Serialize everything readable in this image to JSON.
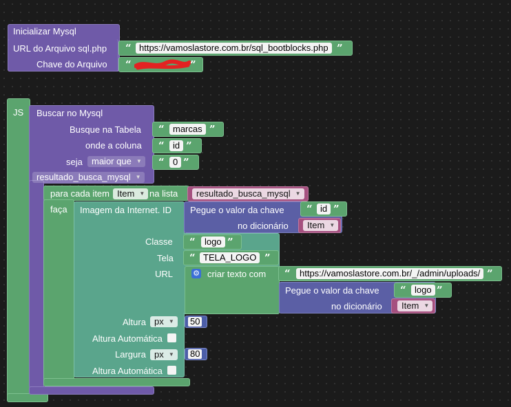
{
  "init_block": {
    "title": "Inicializar Mysql",
    "url_label": "URL do Arquivo sql.php",
    "url_value": "https://vamoslastore.com.br/sql_bootblocks.php",
    "key_label": "Chave do Arquivo"
  },
  "js_block": {
    "label": "JS"
  },
  "search_block": {
    "title": "Buscar no Mysql",
    "table_label": "Busque na Tabela",
    "table_value": "marcas",
    "column_label": "onde a coluna",
    "column_value": "id",
    "op_label": "seja",
    "op_value": "maior que",
    "compare_value": "0",
    "result_var": "resultado_busca_mysql"
  },
  "foreach_block": {
    "label_prefix": "para cada item",
    "item_var": "Item",
    "label_in": "na lista",
    "list_var": "resultado_busca_mysql",
    "do_label": "faça"
  },
  "image_block": {
    "title": "Imagem da Internet. ID",
    "id_get_label": "Pegue o valor da chave",
    "id_key": "id",
    "id_dict_label": "no dicionário",
    "id_dict_var": "Item",
    "class_label": "Classe",
    "class_value": "logo",
    "screen_label": "Tela",
    "screen_value": "TELA_LOGO",
    "url_label": "URL",
    "create_text_label": "criar texto com",
    "url_value": "https://vamoslastore.com.br/_/admin/uploads/",
    "url_get_label": "Pegue o valor da chave",
    "url_key": "logo",
    "url_dict_label": "no dicionário",
    "url_dict_var": "Item",
    "height_label": "Altura",
    "height_unit": "px",
    "height_value": "50",
    "auto_height_label": "Altura Automática",
    "width_label": "Largura",
    "width_unit": "px",
    "width_value": "80",
    "auto_width_label": "Altura Automática"
  },
  "colors": {
    "procedure": "#6f5aa8",
    "text": "#5ba46e",
    "component": "#5aa58c",
    "variable": "#a5507f",
    "dictionary": "#5b5fa5",
    "canvas": "#1b1b1b"
  }
}
